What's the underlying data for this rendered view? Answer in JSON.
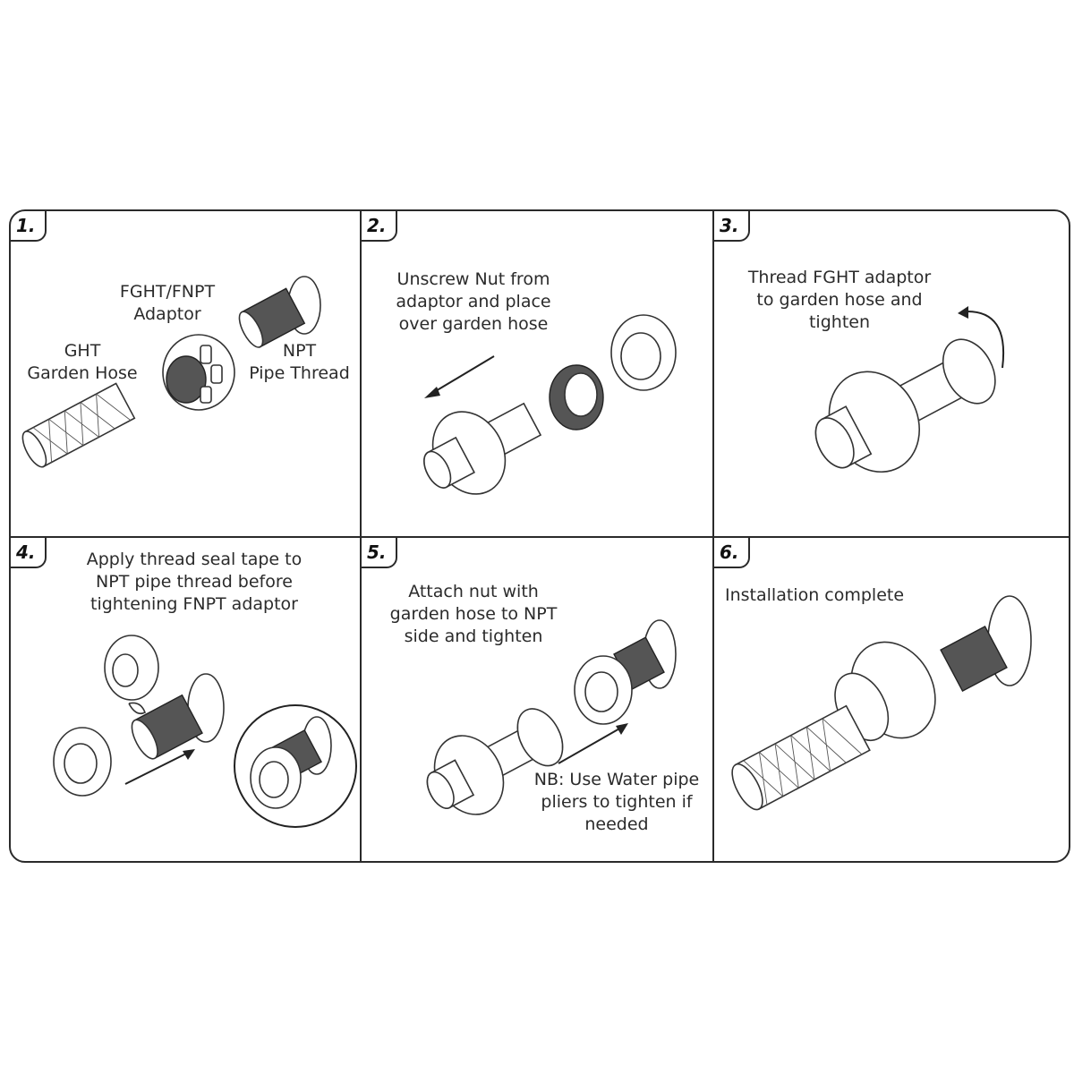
{
  "document": {
    "type": "installation instructions",
    "colors": {
      "line": "#2a2a2a",
      "background": "#ffffff",
      "thread_fill": "#555555"
    }
  },
  "panels": [
    {
      "number": "1.",
      "labels": [
        {
          "id": "adaptor",
          "text": "FGHT/FNPT\nAdaptor"
        },
        {
          "id": "hose",
          "text": "GHT\nGarden Hose"
        },
        {
          "id": "pipe",
          "text": "NPT\nPipe Thread"
        }
      ],
      "illustration": "exploded parts: garden hose, adaptor, NPT pipe thread"
    },
    {
      "number": "2.",
      "caption": "Unscrew Nut from\nadaptor and place\nover garden hose",
      "illustration": "nut moved onto garden hose, arrow pointing left"
    },
    {
      "number": "3.",
      "caption": "Thread FGHT adaptor\nto garden hose and\ntighten",
      "illustration": "adaptor threaded on hose with rotation arrow"
    },
    {
      "number": "4.",
      "caption": "Apply thread seal tape to\nNPT pipe thread before\ntightening FNPT adaptor",
      "illustration": "tape roll, pipe thread, adaptor with arrow, inset circle of assembled part"
    },
    {
      "number": "5.",
      "caption": "Attach nut with\ngarden hose to NPT\nside and tighten",
      "note": "NB: Use Water pipe\npliers to tighten if\nneeded",
      "illustration": "hose assembly moved to NPT side with arrow"
    },
    {
      "number": "6.",
      "caption": "Installation complete",
      "illustration": "fully assembled hose, adaptor and pipe thread"
    }
  ]
}
